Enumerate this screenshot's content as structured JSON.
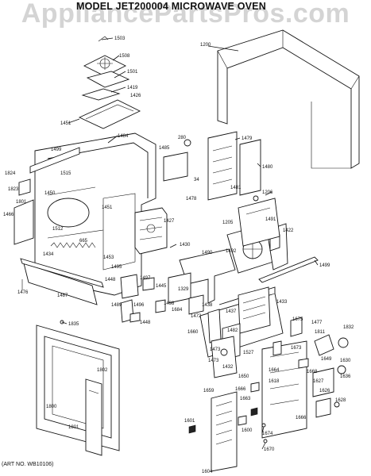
{
  "watermark": "AppliancePartsPros.com",
  "title": "MODEL JET200004  MICROWAVE OVEN",
  "art_no": "(ART NO. WB10106)",
  "labels": [
    "1503",
    "1508",
    "1501",
    "1419",
    "1426",
    "1451",
    "1200",
    "1499",
    "1484",
    "280",
    "1485",
    "1479",
    "34",
    "1480",
    "1481",
    "1478",
    "1206",
    "1824",
    "1515",
    "1823",
    "1801",
    "1450",
    "1451",
    "1466",
    "1512",
    "1434",
    "1427",
    "665",
    "1491",
    "1422",
    "1205",
    "1430",
    "1453",
    "1492",
    "1490",
    "1476",
    "1487",
    "1495",
    "1448",
    "1497",
    "1445",
    "1329",
    "1499",
    "1489",
    "1496",
    "1448",
    "1498",
    "1433",
    "1684",
    "1438",
    "1437",
    "1472",
    "1482",
    "1675",
    "1477",
    "1835",
    "1660",
    "1473",
    "1473",
    "1432",
    "1527",
    "1673",
    "1811",
    "1832",
    "1649",
    "1630",
    "1802",
    "1664",
    "1668",
    "1627",
    "1636",
    "1618",
    "1650",
    "1659",
    "1666",
    "1663",
    "1626",
    "1800",
    "1628",
    "1801",
    "1601",
    "1666",
    "1600",
    "1670",
    "1674",
    "1604"
  ]
}
